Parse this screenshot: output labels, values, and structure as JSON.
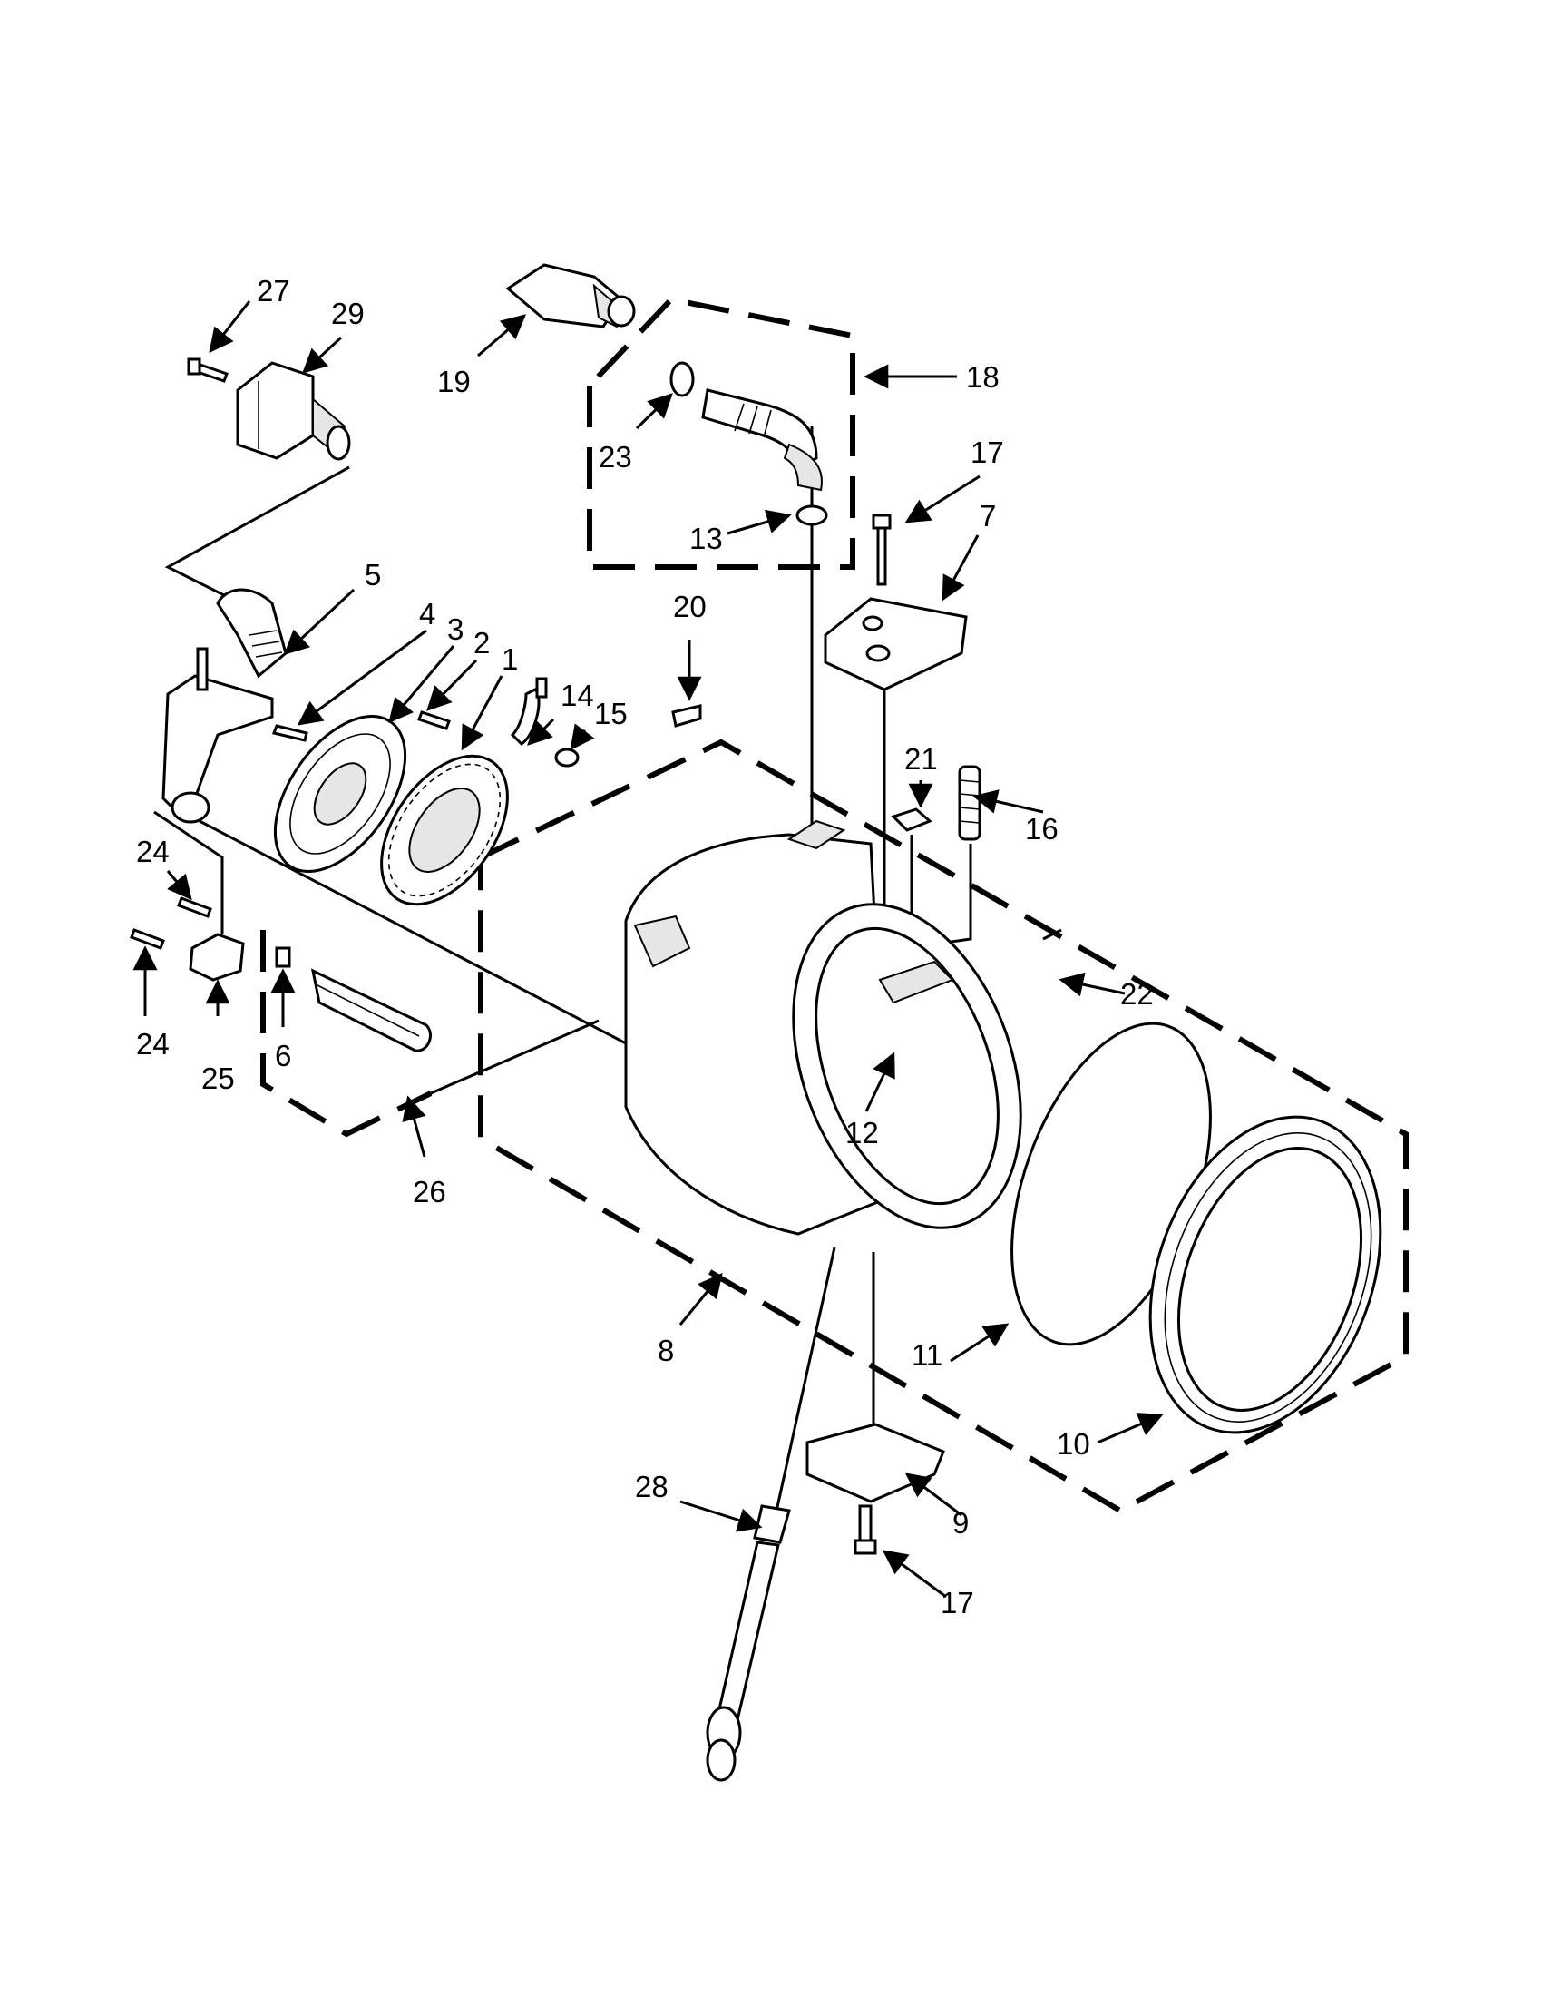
{
  "callouts": [
    {
      "id": "1",
      "label": "1"
    },
    {
      "id": "2",
      "label": "2"
    },
    {
      "id": "3",
      "label": "3"
    },
    {
      "id": "4",
      "label": "4"
    },
    {
      "id": "5",
      "label": "5"
    },
    {
      "id": "6",
      "label": "6"
    },
    {
      "id": "7",
      "label": "7"
    },
    {
      "id": "8",
      "label": "8"
    },
    {
      "id": "9",
      "label": "9"
    },
    {
      "id": "10",
      "label": "10"
    },
    {
      "id": "11",
      "label": "11"
    },
    {
      "id": "12",
      "label": "12"
    },
    {
      "id": "13",
      "label": "13"
    },
    {
      "id": "14",
      "label": "14"
    },
    {
      "id": "15",
      "label": "15"
    },
    {
      "id": "16",
      "label": "16"
    },
    {
      "id": "17a",
      "label": "17"
    },
    {
      "id": "17b",
      "label": "17"
    },
    {
      "id": "18",
      "label": "18"
    },
    {
      "id": "19",
      "label": "19"
    },
    {
      "id": "20",
      "label": "20"
    },
    {
      "id": "21",
      "label": "21"
    },
    {
      "id": "22",
      "label": "22"
    },
    {
      "id": "23",
      "label": "23"
    },
    {
      "id": "24a",
      "label": "24"
    },
    {
      "id": "24b",
      "label": "24"
    },
    {
      "id": "25",
      "label": "25"
    },
    {
      "id": "26",
      "label": "26"
    },
    {
      "id": "27",
      "label": "27"
    },
    {
      "id": "28",
      "label": "28"
    },
    {
      "id": "29",
      "label": "29"
    }
  ]
}
